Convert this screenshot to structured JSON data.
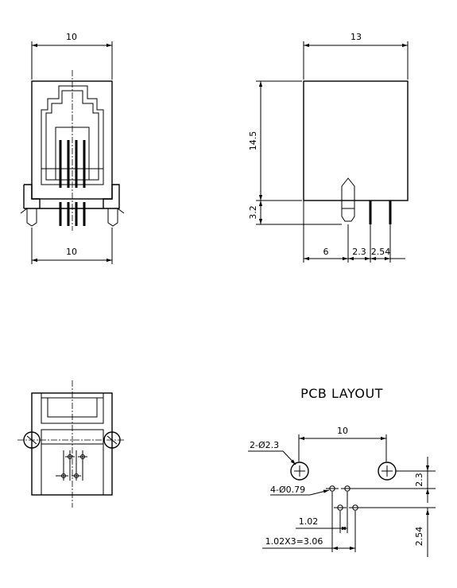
{
  "front_view": {
    "top_width": "10",
    "bottom_width": "10"
  },
  "side_view": {
    "depth": "13",
    "height": "14.5",
    "pin_height": "3.2",
    "post_offset": "6",
    "pin_offset": "2.3",
    "pin_pitch": "2.54"
  },
  "pcb_layout": {
    "title": "PCB LAYOUT",
    "post_spacing": "10",
    "post_hole": "2-Ø2.3",
    "pin_hole": "4-Ø0.79",
    "row_offset": "2.3",
    "row_pitch": "2.54",
    "pin_pitch": "1.02",
    "pin_span": "1.02X3=3.06"
  }
}
